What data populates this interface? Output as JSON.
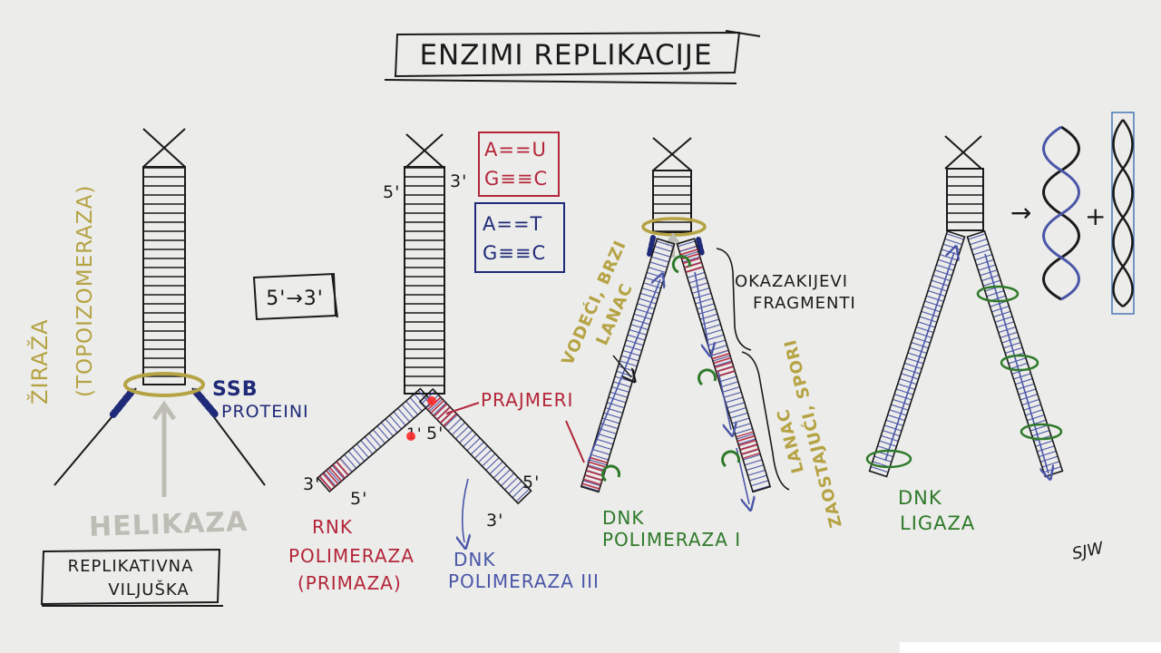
{
  "title": "ENZIMI REPLIKACIJE",
  "colors": {
    "ink": "#1a1a1a",
    "gold": "#b5a344",
    "navy": "#1f2a78",
    "blue": "#4a56a8",
    "red": "#b3263a",
    "green": "#2f7a2a",
    "gray": "#bdbdb5",
    "paper": "#ececea",
    "laser": "#ff2a2a"
  },
  "panel1": {
    "zirza": "ŽIRAŽA",
    "topo": "(TOPOIZOMERAZA)",
    "ssb": "SSB",
    "proteini": "PROTEINI",
    "helikaza": "HELIKAZA",
    "replikativna_1": "REPLIKATIVNA",
    "replikativna_2": "VILJUŠKA",
    "direction": "5'→3'"
  },
  "panel2": {
    "pair_au": "A==U",
    "pair_gc_rna": "G≡≡C",
    "pair_at": "A==T",
    "pair_gc_dna": "G≡≡C",
    "five_top": "5'",
    "three_top": "3'",
    "three_left": "3'",
    "five_left": "5'",
    "five_mid": "5'",
    "five_right": "5'",
    "three_right": "3'",
    "one_mid": "1'",
    "prajmeri": "PRAJMERI",
    "rnk_1": "RNK",
    "rnk_2": "POLIMERAZA",
    "rnk_3": "(PRIMAZA)",
    "dnk_1": "DNK",
    "dnk_2": "POLIMERAZA III"
  },
  "panel3": {
    "vodeci_1": "VODEĆI, BRZI",
    "vodeci_2": "LANAC",
    "okazaki_1": "OKAZAKIJEVI",
    "okazaki_2": "FRAGMENTI",
    "zaost_1": "ZAOSTAJUĆI, SPORI",
    "zaost_2": "LANAC",
    "pol1_1": "DNK",
    "pol1_2": "POLIMERAZA I"
  },
  "panel4": {
    "ligaza_1": "DNK",
    "ligaza_2": "LIGAZA",
    "plus": "+",
    "arrow": "→",
    "signature": "SJW"
  }
}
